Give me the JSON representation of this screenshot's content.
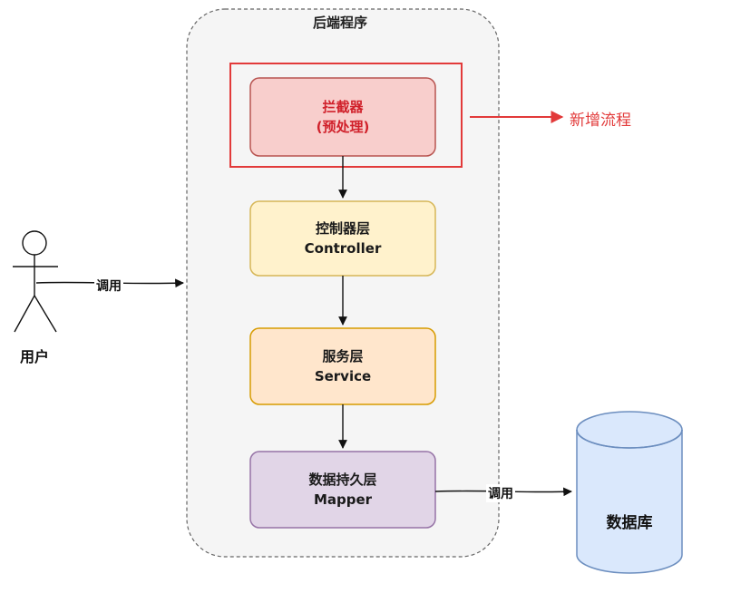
{
  "container": {
    "title": "后端程序"
  },
  "layers": {
    "interceptor": {
      "line1": "拦截器",
      "line2": "(预处理)"
    },
    "controller": {
      "line1": "控制器层",
      "line2": "Controller"
    },
    "service": {
      "line1": "服务层",
      "line2": "Service"
    },
    "mapper": {
      "line1": "数据持久层",
      "line2": "Mapper"
    }
  },
  "annotations": {
    "new_flow": "新增流程"
  },
  "actor": {
    "label": "用户"
  },
  "edges": {
    "user_call": "调用",
    "db_call": "调用"
  },
  "database": {
    "label": "数据库"
  },
  "colors": {
    "interceptor_fill": "#f8cecc",
    "interceptor_stroke": "#b85450",
    "highlight_red": "#e23a3a",
    "controller_fill": "#fff2cc",
    "controller_stroke": "#d6b656",
    "service_fill": "#ffe6cc",
    "service_stroke": "#d79b00",
    "mapper_fill": "#e1d5e7",
    "mapper_stroke": "#9673a6",
    "database_fill": "#dae8fc",
    "database_stroke": "#6c8ebf",
    "container_fill": "#f5f5f5"
  }
}
